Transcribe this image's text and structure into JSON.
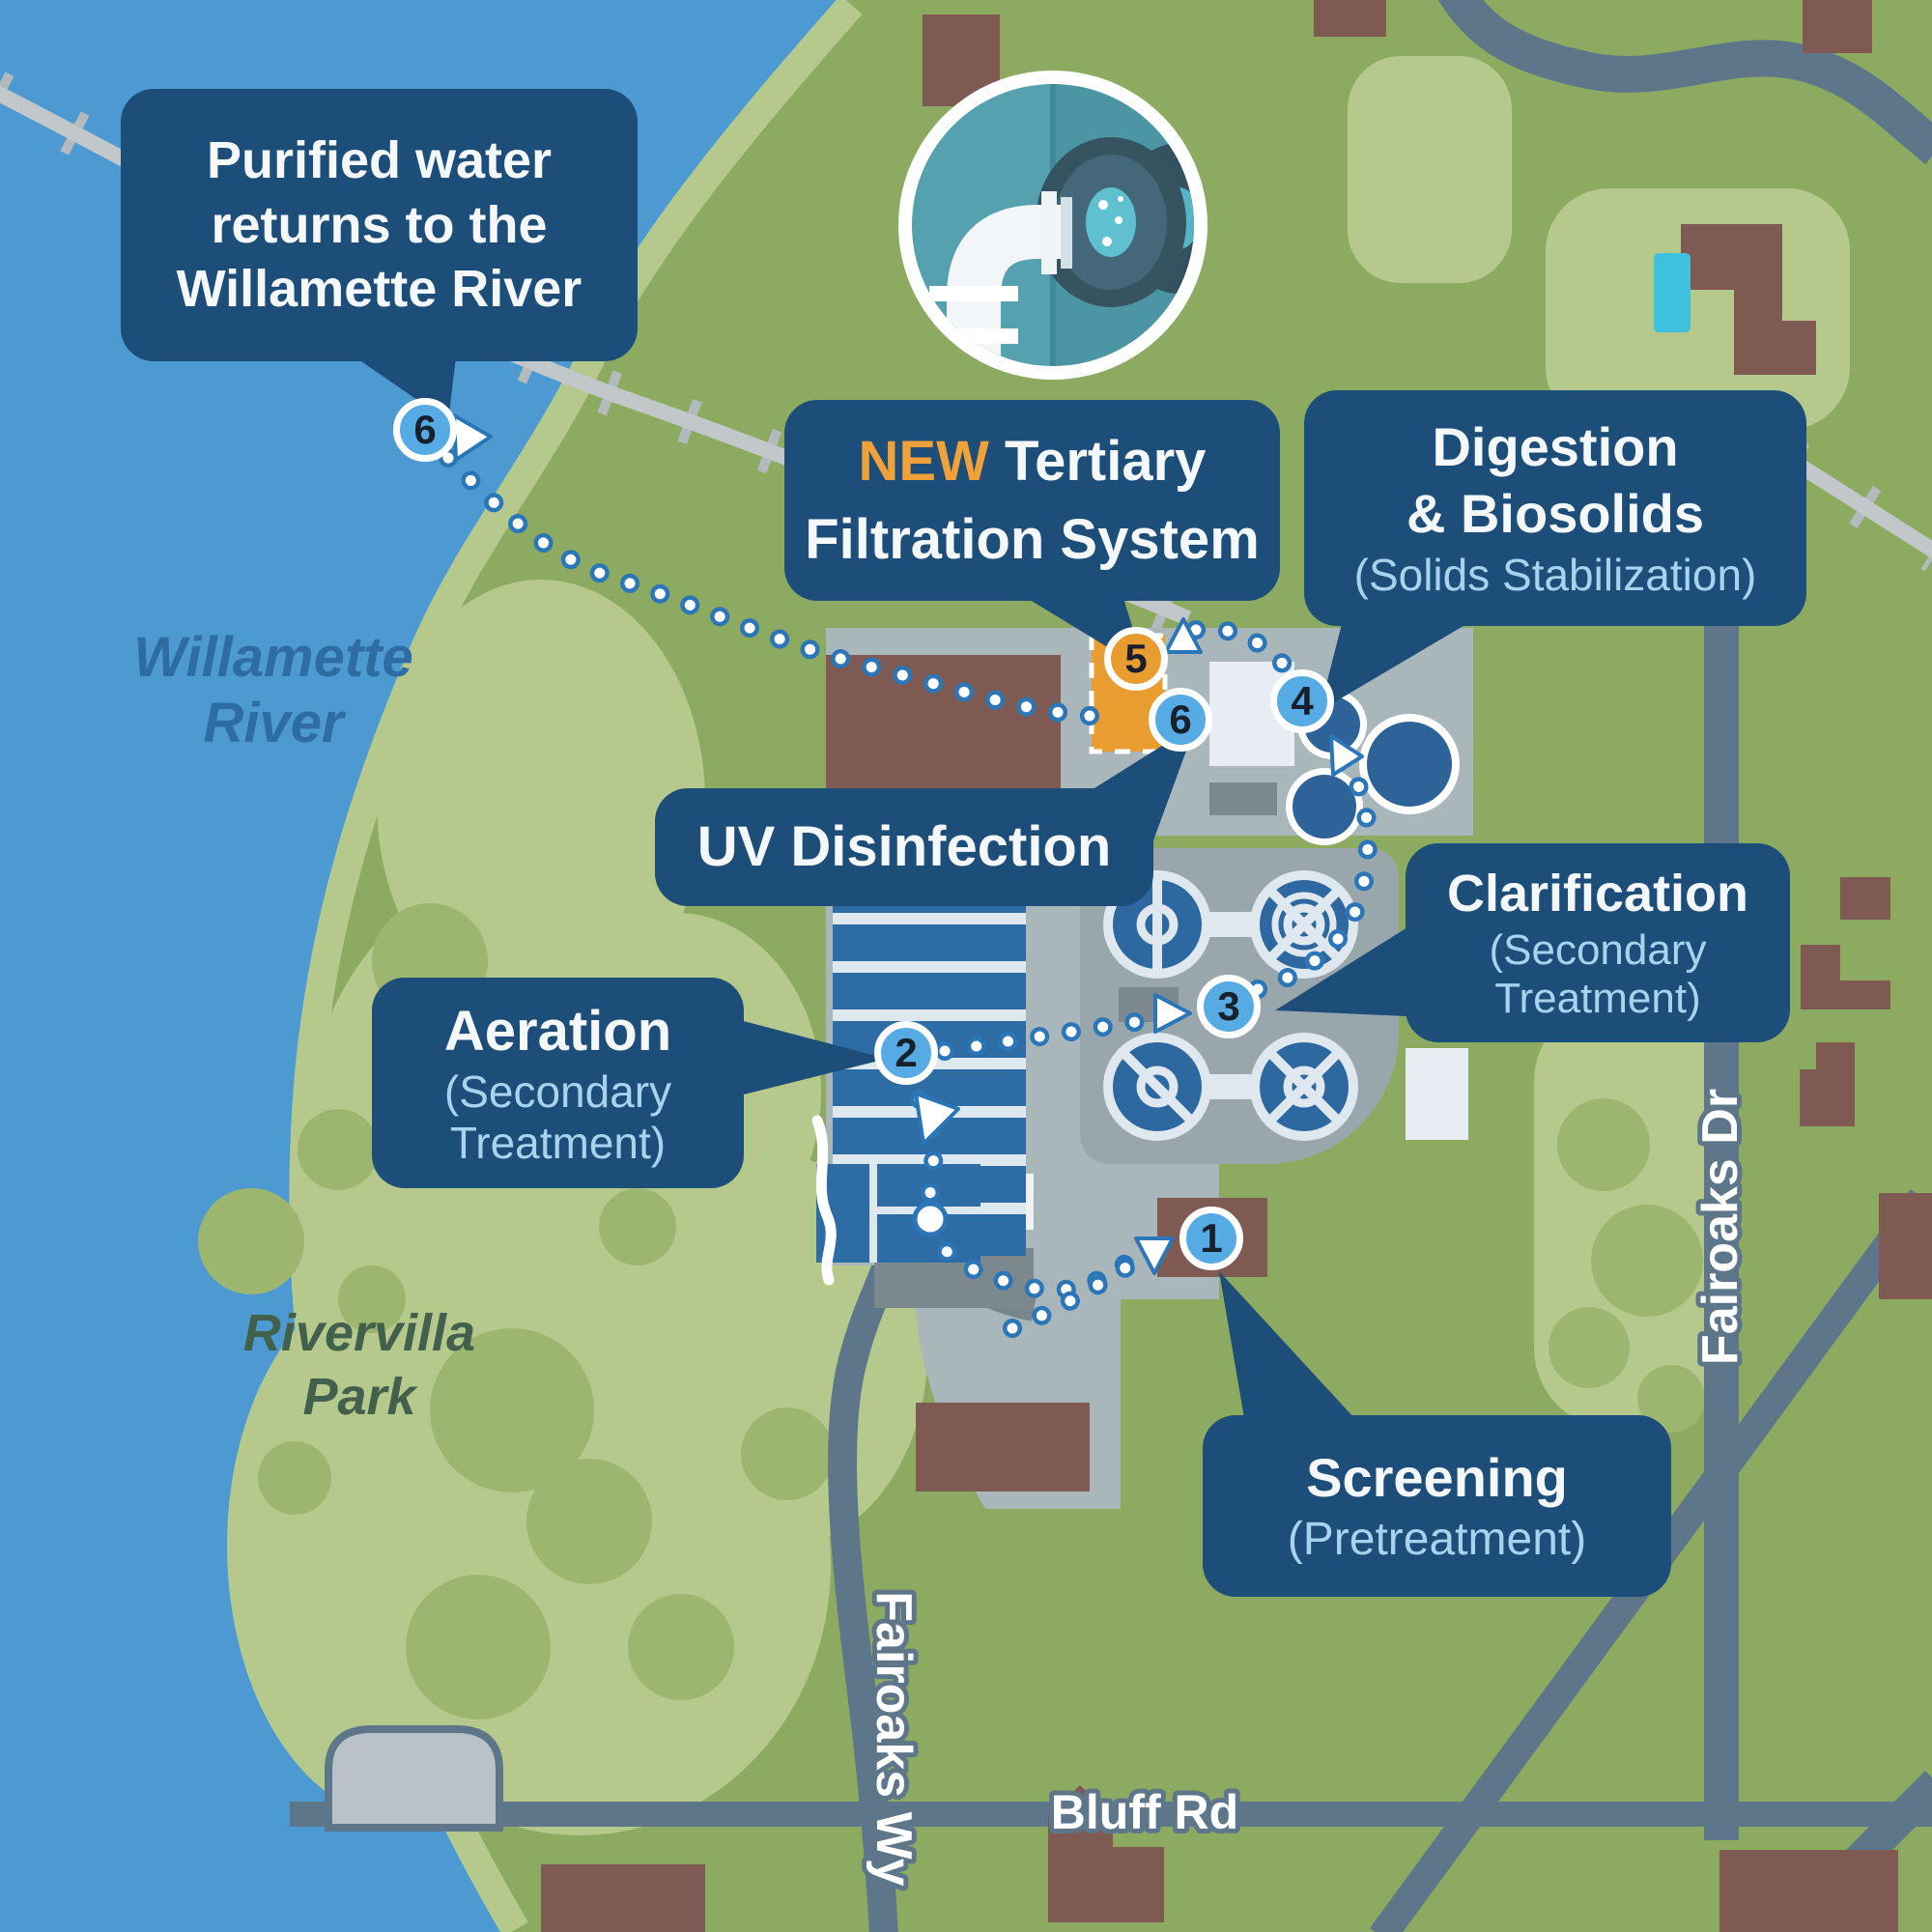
{
  "map": {
    "places": {
      "river_line1": "Willamette",
      "river_line2": "River",
      "park_line1": "Rivervilla",
      "park_line2": "Park"
    },
    "roads": {
      "fairoaks_dr": "Fairoaks Dr",
      "fairoaks_wy": "Fairoaks Wy",
      "bluff_rd": "Bluff Rd"
    }
  },
  "callouts": {
    "purified": {
      "line1": "Purified water",
      "line2": "returns to the",
      "line3": "Willamette River"
    },
    "tertiary": {
      "new_label": "NEW",
      "line1_rest": " Tertiary",
      "line2": "Filtration System"
    },
    "digestion": {
      "line1": "Digestion",
      "line2": "& Biosolids",
      "subtitle": "(Solids Stabilization)"
    },
    "uv": {
      "label": "UV Disinfection"
    },
    "aeration": {
      "title": "Aeration",
      "subtitle_line1": "(Secondary",
      "subtitle_line2": "Treatment)"
    },
    "clarification": {
      "title": "Clarification",
      "subtitle_line1": "(Secondary",
      "subtitle_line2": "Treatment)"
    },
    "screening": {
      "title": "Screening",
      "subtitle": "(Pretreatment)"
    }
  },
  "steps": {
    "s1": "1",
    "s2": "2",
    "s3": "3",
    "s4": "4",
    "s5": "5",
    "s6": "6",
    "s6_river": "6"
  },
  "colors": {
    "navy": "#1c4e79",
    "subtitle": "#a8d3ee",
    "orange": "#f0a13a",
    "water": "#4d9ad2",
    "land": "#8cab61",
    "parkgreen": "#b5c98c",
    "stepblue": "#56abe4",
    "steporange": "#e99c30",
    "road": "#5e7689",
    "plantgray": "#a9b6ba",
    "tankblue": "#2e6ca6",
    "brown": "#7e5a52",
    "dot_ring": "#2a76b8"
  }
}
